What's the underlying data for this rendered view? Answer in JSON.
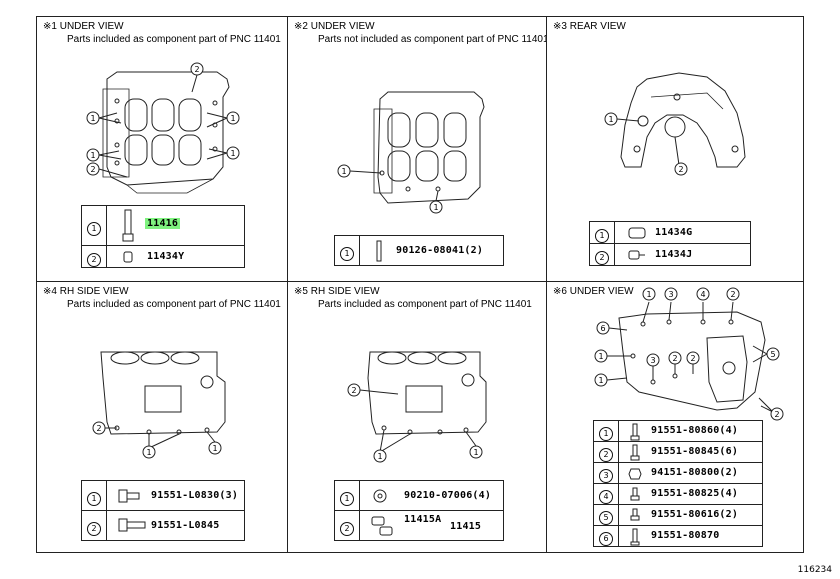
{
  "panels": [
    {
      "title": "※1 UNDER VIEW",
      "subtitle": "Parts included as component part of PNC 11401",
      "rows": [
        {
          "n": "1",
          "part": "11416"
        },
        {
          "n": "2",
          "part": "11434Y"
        }
      ]
    },
    {
      "title": "※2 UNDER VIEW",
      "subtitle": "Parts not included as component part of PNC 11401",
      "rows": [
        {
          "n": "1",
          "part": "90126-08041(2)"
        }
      ]
    },
    {
      "title": "※3 REAR VIEW",
      "subtitle": "",
      "rows": [
        {
          "n": "1",
          "part": "11434G"
        },
        {
          "n": "2",
          "part": "11434J"
        }
      ]
    },
    {
      "title": "※4 RH SIDE VIEW",
      "subtitle": "Parts included as component part of PNC 11401",
      "rows": [
        {
          "n": "1",
          "part": "91551-L0830(3)"
        },
        {
          "n": "2",
          "part": "91551-L0845"
        }
      ]
    },
    {
      "title": "※5 RH SIDE VIEW",
      "subtitle": "Parts included as component part of PNC 11401",
      "rows": [
        {
          "n": "1",
          "part": "90210-07006(4)"
        },
        {
          "n": "2",
          "part": "11415A",
          "part2": "11415"
        }
      ]
    },
    {
      "title": "※6 UNDER VIEW",
      "subtitle": "",
      "rows": [
        {
          "n": "1",
          "part": "91551-80860(4)"
        },
        {
          "n": "2",
          "part": "91551-80845(6)"
        },
        {
          "n": "3",
          "part": "94151-80800(2)"
        },
        {
          "n": "4",
          "part": "91551-80825(4)"
        },
        {
          "n": "5",
          "part": "91551-80616(2)"
        },
        {
          "n": "6",
          "part": "91551-80870"
        }
      ]
    }
  ],
  "footer_code": "116234",
  "highlight_color": "#7ff27f"
}
